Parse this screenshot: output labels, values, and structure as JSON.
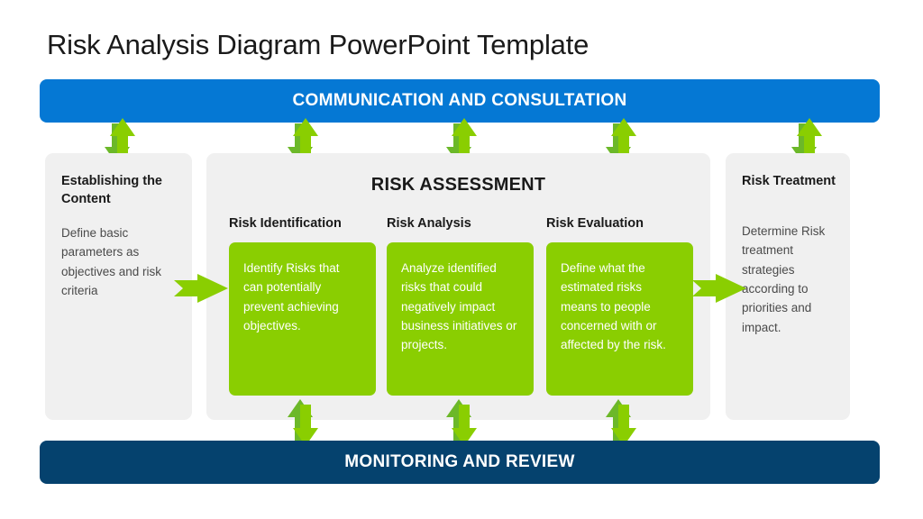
{
  "slide": {
    "title": "Risk Analysis Diagram PowerPoint Template"
  },
  "banners": {
    "top": "COMMUNICATION AND CONSULTATION",
    "bottom": "MONITORING AND REVIEW"
  },
  "left_panel": {
    "heading": "Establishing  the Content",
    "body": "Define basic parameters as objectives and risk criteria"
  },
  "center_panel": {
    "title": "RISK ASSESSMENT",
    "columns": [
      {
        "heading": "Risk Identification",
        "body": "Identify Risks that can potentially prevent achieving objectives."
      },
      {
        "heading": "Risk Analysis",
        "body": "Analyze identified risks that could negatively impact business initiatives or projects."
      },
      {
        "heading": "Risk Evaluation",
        "body": "Define what the estimated risks means to people concerned with or affected by the risk."
      }
    ]
  },
  "right_panel": {
    "heading": "Risk Treatment",
    "body": "Determine Risk treatment strategies according to priorities and impact."
  },
  "colors": {
    "banner_blue": "#0578d4",
    "banner_navy": "#05426e",
    "accent_green": "#8ace01",
    "panel_gray": "#f0f0f0",
    "title_text": "#1a1a1a",
    "body_text": "#4a4a4a"
  },
  "icons": {
    "vertical_double_arrow": "up-down-arrow-icon",
    "horizontal_arrow": "right-arrow-icon"
  }
}
